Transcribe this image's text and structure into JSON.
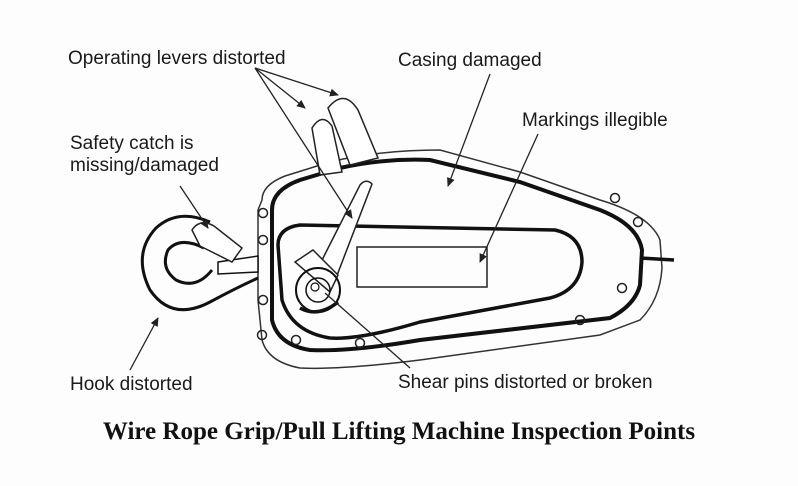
{
  "diagram": {
    "title": "Wire Rope Grip/Pull Lifting Machine Inspection Points",
    "labels": {
      "operating_levers": "Operating levers distorted",
      "casing": "Casing damaged",
      "markings": "Markings illegible",
      "safety_catch_line1": "Safety catch is",
      "safety_catch_line2": "missing/damaged",
      "hook": "Hook distorted",
      "shear_pins": "Shear pins distorted or broken"
    }
  }
}
